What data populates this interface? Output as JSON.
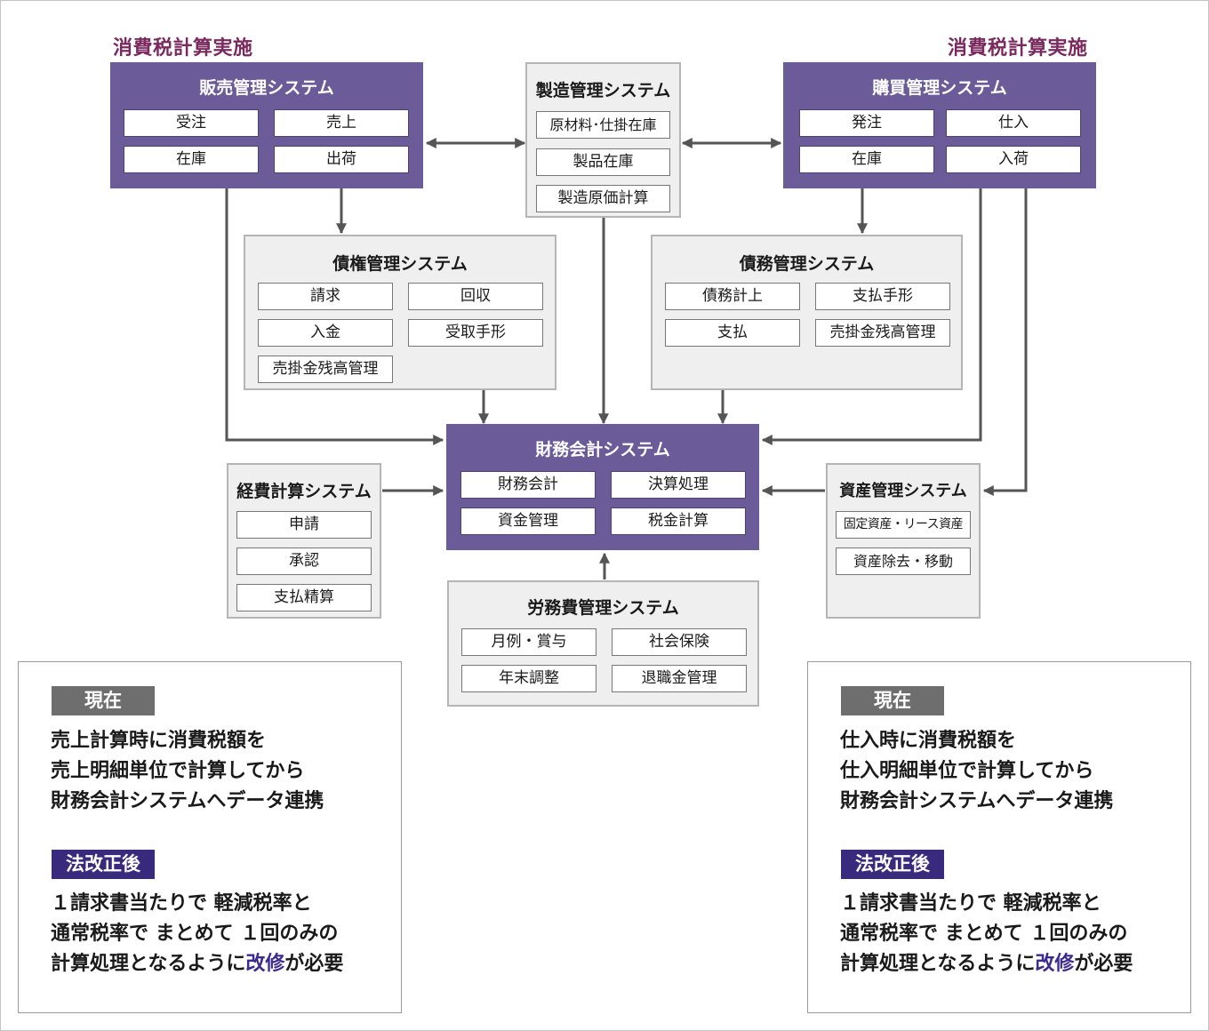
{
  "labels": {
    "left_top": "消費税計算実施",
    "right_top": "消費税計算実施"
  },
  "systems": {
    "sales": {
      "title": "販売管理システム",
      "items": [
        "受注",
        "売上",
        "在庫",
        "出荷"
      ]
    },
    "manufacturing": {
      "title": "製造管理システム",
      "items": [
        "原材料･仕掛在庫",
        "製品在庫",
        "製造原価計算"
      ]
    },
    "purchasing": {
      "title": "購買管理システム",
      "items": [
        "発注",
        "仕入",
        "在庫",
        "入荷"
      ]
    },
    "receivables": {
      "title": "債権管理システム",
      "items": [
        "請求",
        "回収",
        "入金",
        "受取手形",
        "売掛金残高管理"
      ]
    },
    "payables": {
      "title": "債務管理システム",
      "items": [
        "債務計上",
        "支払手形",
        "支払",
        "売掛金残高管理"
      ]
    },
    "accounting": {
      "title": "財務会計システム",
      "items": [
        "財務会計",
        "決算処理",
        "資金管理",
        "税金計算"
      ]
    },
    "expenses": {
      "title": "経費計算システム",
      "items": [
        "申請",
        "承認",
        "支払精算"
      ]
    },
    "assets": {
      "title": "資産管理システム",
      "items": [
        "固定資産・リース資産",
        "資産除去・移動"
      ]
    },
    "labor": {
      "title": "労務費管理システム",
      "items": [
        "月例・賞与",
        "社会保険",
        "年末調整",
        "退職金管理"
      ]
    }
  },
  "notes": {
    "left": {
      "now_label": "現在",
      "now_lines": [
        "売上計算時に消費税額を",
        "売上明細単位で計算してから",
        "財務会計システムへデータ連携"
      ],
      "after_label": "法改正後",
      "after_lines": [
        "１請求書当たりで 軽減税率と",
        "通常税率で まとめて １回のみの"
      ],
      "after_last_pre": "計算処理となるように",
      "after_last_accent": "改修",
      "after_last_post": "が必要"
    },
    "right": {
      "now_label": "現在",
      "now_lines": [
        "仕入時に消費税額を",
        "仕入明細単位で計算してから",
        "財務会計システムへデータ連携"
      ],
      "after_label": "法改正後",
      "after_lines": [
        "１請求書当たりで 軽減税率と",
        "通常税率で まとめて １回のみの"
      ],
      "after_last_pre": "計算処理となるように",
      "after_last_accent": "改修",
      "after_last_post": "が必要"
    }
  },
  "colors": {
    "purple_box": "#6b5c99",
    "gray_box": "#efefef",
    "label_top": "#7a2a5e",
    "badge_after": "#3a2a7d",
    "badge_now": "#6e6e6e",
    "arrow": "#555555"
  }
}
